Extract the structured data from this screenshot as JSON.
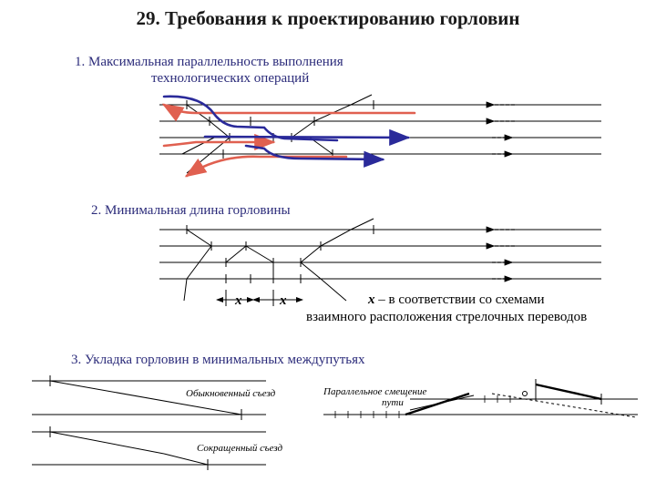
{
  "title": "29. Требования к проектированию горловин",
  "section1": {
    "heading_line1": "1. Максимальная параллельность выполнения",
    "heading_line2": "технологических операций"
  },
  "section2": {
    "heading": "2. Минимальная длина горловины",
    "x_label": "x",
    "note_line1_var": "x",
    "note_line1_rest": " – в соответствии со схемами",
    "note_line2": "взаимного расположения стрелочных переводов"
  },
  "section3": {
    "heading": "3. Укладка горловин в минимальных междупутьях",
    "label_ordinary": "Обыкновенный съезд",
    "label_shortened": "Сокращенный съезд",
    "label_parallel_line1": "Параллельное смещение",
    "label_parallel_line2": "пути"
  },
  "colors": {
    "blue_route": "#2a2a9a",
    "red_route": "#e06050",
    "track": "#000000",
    "heading": "#2b2b7a"
  }
}
